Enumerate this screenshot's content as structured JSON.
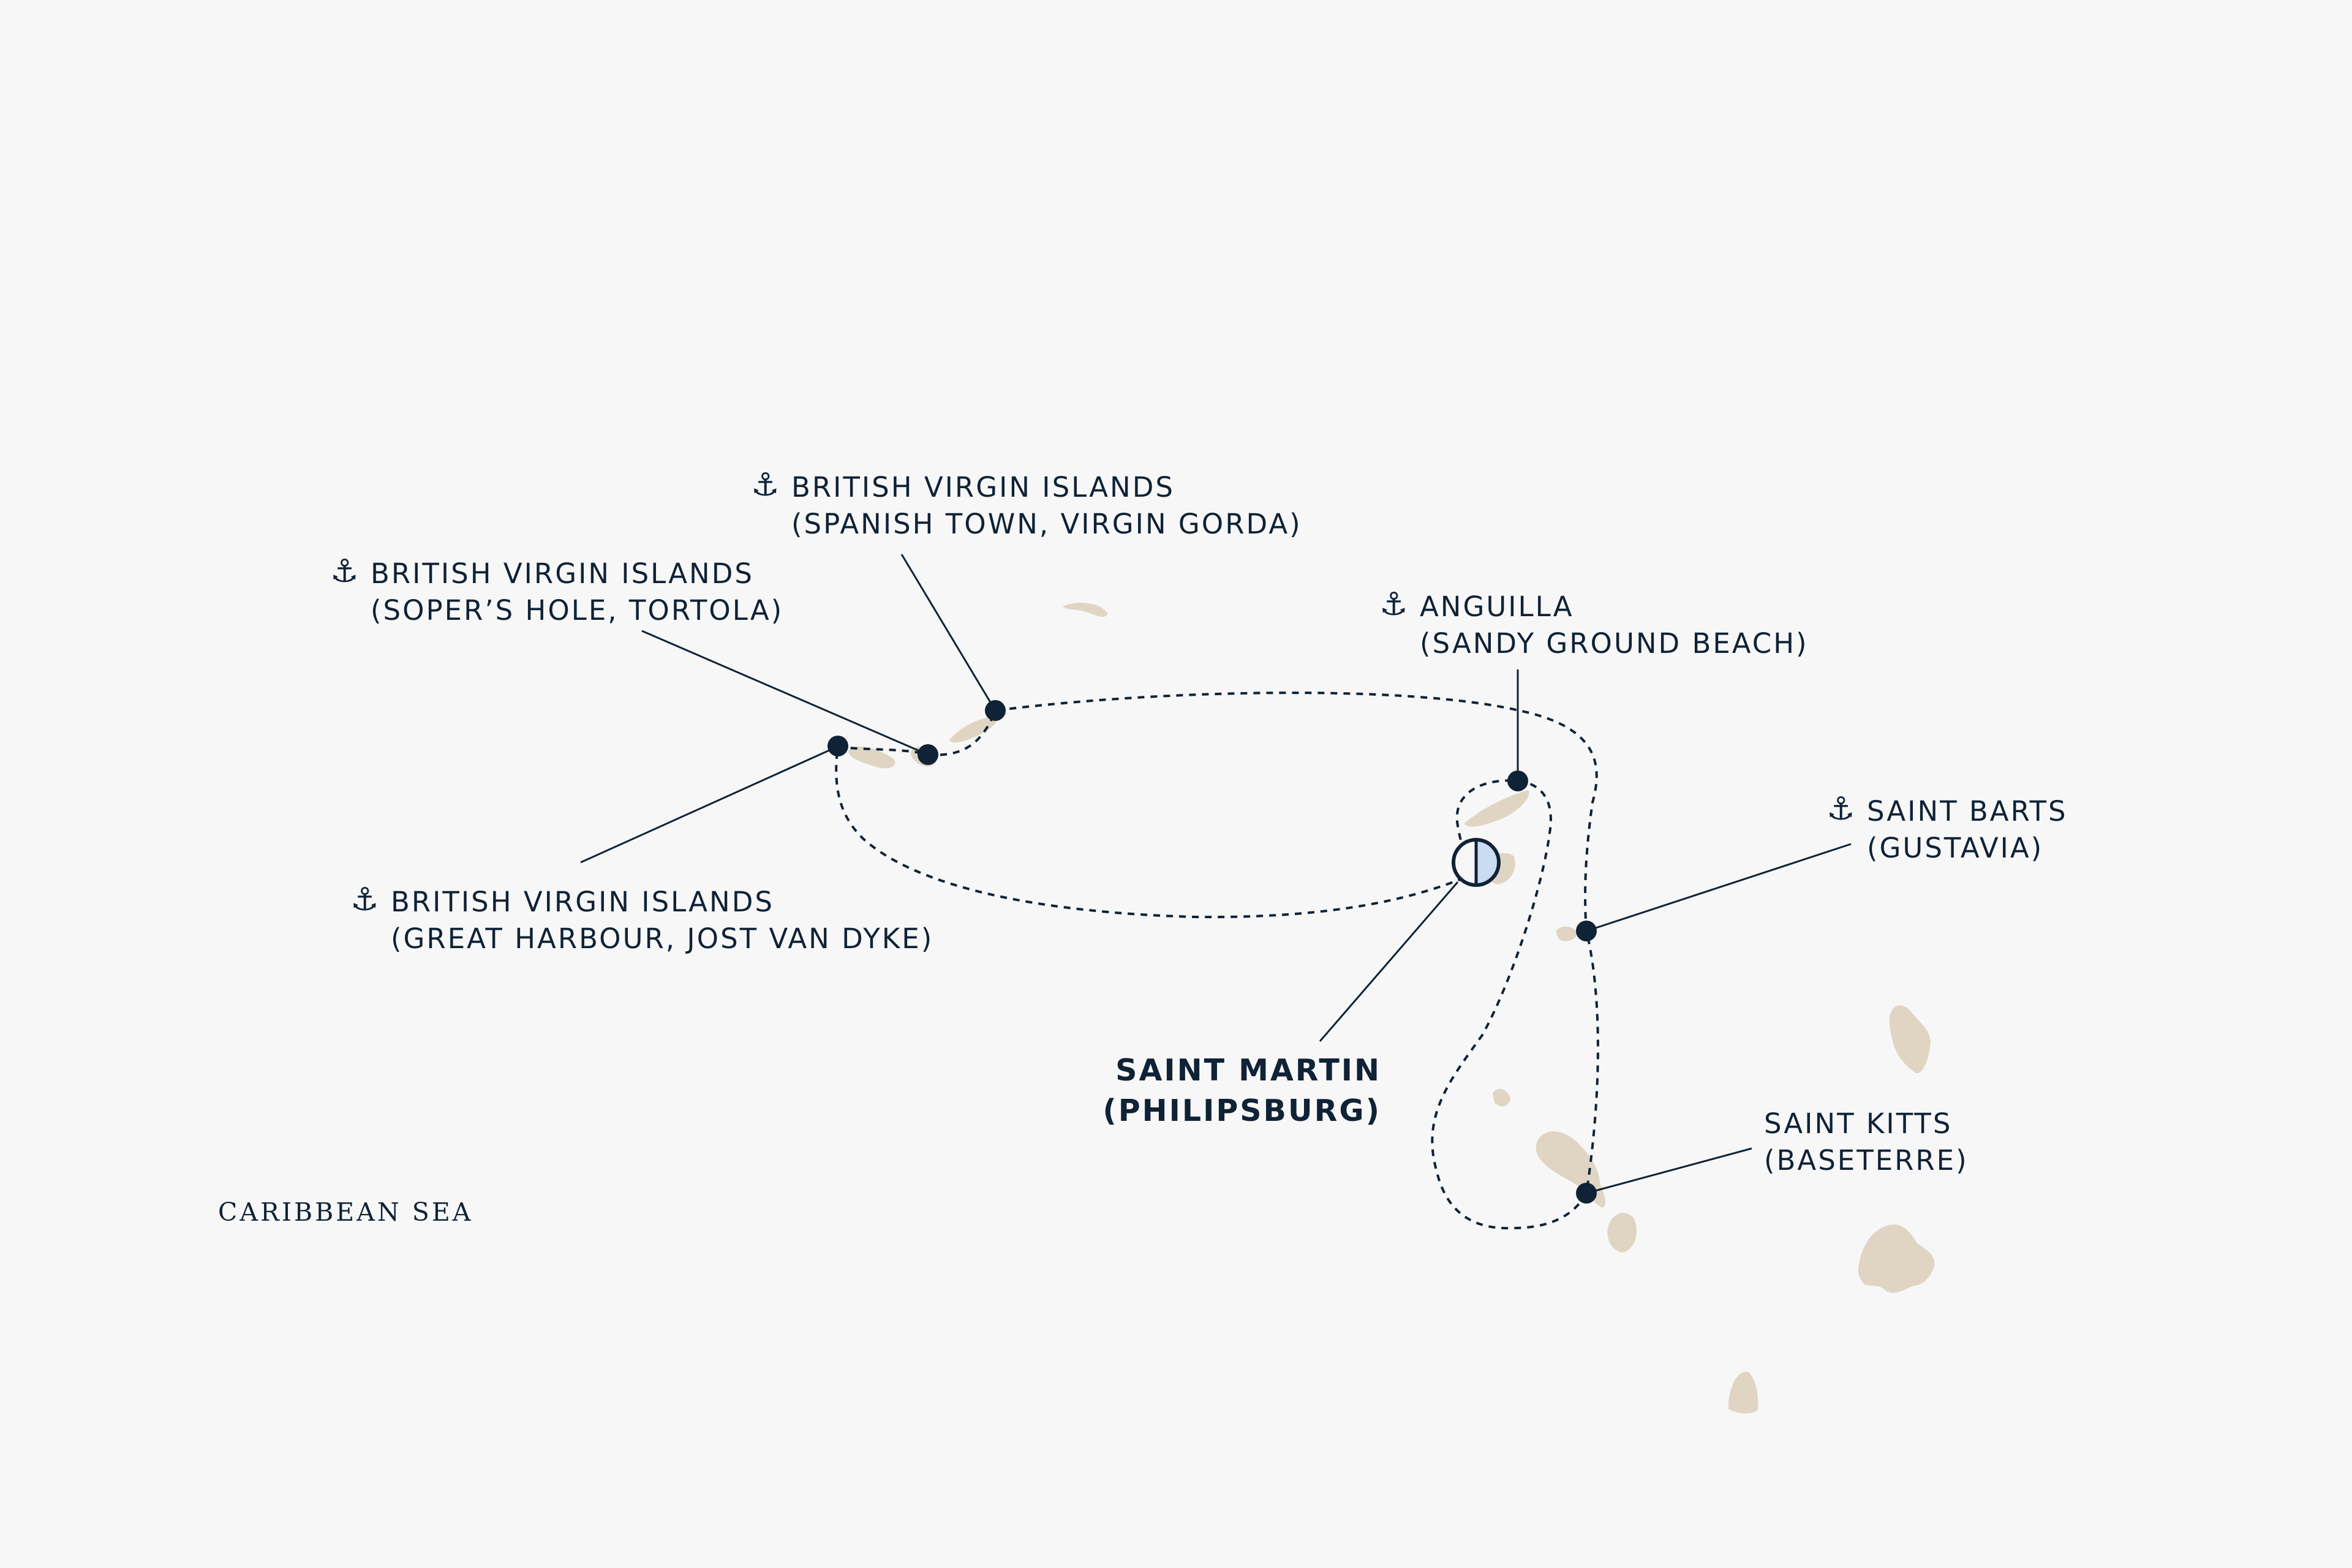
{
  "map": {
    "colors": {
      "background": "#f7f7f7",
      "land": "#e0d5c3",
      "ink": "#0f2236",
      "home_fill": "#c9dcf2"
    },
    "region_label": "CARIBBEAN SEA",
    "home_port": {
      "line1": "SAINT MARTIN",
      "line2": "(PHILIPSBURG)",
      "icon": "home-port-half-circle-icon"
    },
    "stops": [
      {
        "line1": "BRITISH VIRGIN ISLANDS",
        "line2": "(SPANISH TOWN, VIRGIN GORDA)",
        "icon": "anchor-icon"
      },
      {
        "line1": "BRITISH VIRGIN ISLANDS",
        "line2": "(SOPER’S HOLE, TORTOLA)",
        "icon": "anchor-icon"
      },
      {
        "line1": "BRITISH VIRGIN ISLANDS",
        "line2": "(GREAT HARBOUR, JOST VAN DYKE)",
        "icon": "anchor-icon"
      },
      {
        "line1": "ANGUILLA",
        "line2": "(SANDY GROUND BEACH)",
        "icon": "anchor-icon"
      },
      {
        "line1": "SAINT BARTS",
        "line2": "(GUSTAVIA)",
        "icon": "anchor-icon"
      },
      {
        "line1": "SAINT KITTS",
        "line2": "(BASETERRE)",
        "icon": ""
      }
    ]
  }
}
